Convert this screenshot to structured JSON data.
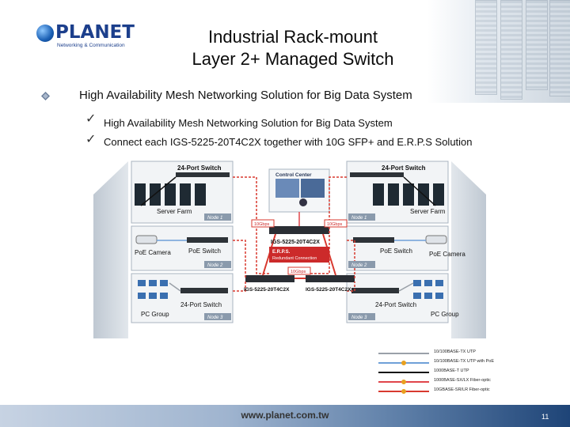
{
  "slide": {
    "title_line1": "Industrial Rack-mount",
    "title_line2": "Layer 2+ Managed Switch",
    "page_number": "11",
    "footer_url": "www.planet.com.tw"
  },
  "logo": {
    "name": "PLANET",
    "tagline": "Networking & Communication"
  },
  "bullets": {
    "main": "High Availability Mesh Networking Solution for Big Data System",
    "sub": [
      "High Availability Mesh Networking Solution for Big Data System",
      "Connect each IGS-5225-20T4C2X together with 10G SFP+ and E.R.P.S Solution"
    ]
  },
  "diagram": {
    "control_center": "Control Center",
    "left": {
      "switch_top": "24-Port Switch",
      "server_farm": "Server Farm",
      "node1": "Node 1",
      "poe_camera": "PoE Camera",
      "poe_switch": "PoE Switch",
      "node2": "Node 2",
      "pc_group": "PC Group",
      "switch_bottom": "24-Port Switch",
      "node3": "Node 3"
    },
    "right": {
      "switch_top": "24-Port Switch",
      "server_farm": "Server Farm",
      "node1": "Node 1",
      "poe_switch": "PoE Switch",
      "poe_camera": "PoE Camera",
      "node2": "Node 2",
      "switch_bottom": "24-Port Switch",
      "pc_group": "PC Group",
      "node3": "Node 3"
    },
    "core": {
      "speed_left": "10Gbps",
      "speed_right": "10Gbps",
      "speed_bottom": "10Gbps",
      "model_top": "IGS-5225-20T4C2X",
      "erps_line1": "E.R.P.S.",
      "erps_line2": "Redundant Connection",
      "model_bottom_left": "IGS-5225-20T4C2X",
      "model_bottom_right": "IGS-5225-20T4C2X"
    }
  },
  "legend": [
    {
      "label": "10/100BASE-TX UTP",
      "color": "#9aa0a8",
      "dot": false
    },
    {
      "label": "10/100BASE-TX UTP with PoE",
      "color": "#6fa0d8",
      "dot": true
    },
    {
      "label": "1000BASE-T UTP",
      "color": "#111111",
      "dot": false
    },
    {
      "label": "1000BASE-SX/LX Fiber-optic",
      "color": "#e0454a",
      "dot": true
    },
    {
      "label": "10GBASE-SR/LR Fiber-optic",
      "color": "#d8392f",
      "dot": true
    }
  ],
  "colors": {
    "title": "#0a0a0a",
    "logo_blue": "#1c3f8c",
    "accent_red": "#cc2a2a",
    "fiber_orange": "#e8a020",
    "node_tab": "#8a9aac"
  }
}
